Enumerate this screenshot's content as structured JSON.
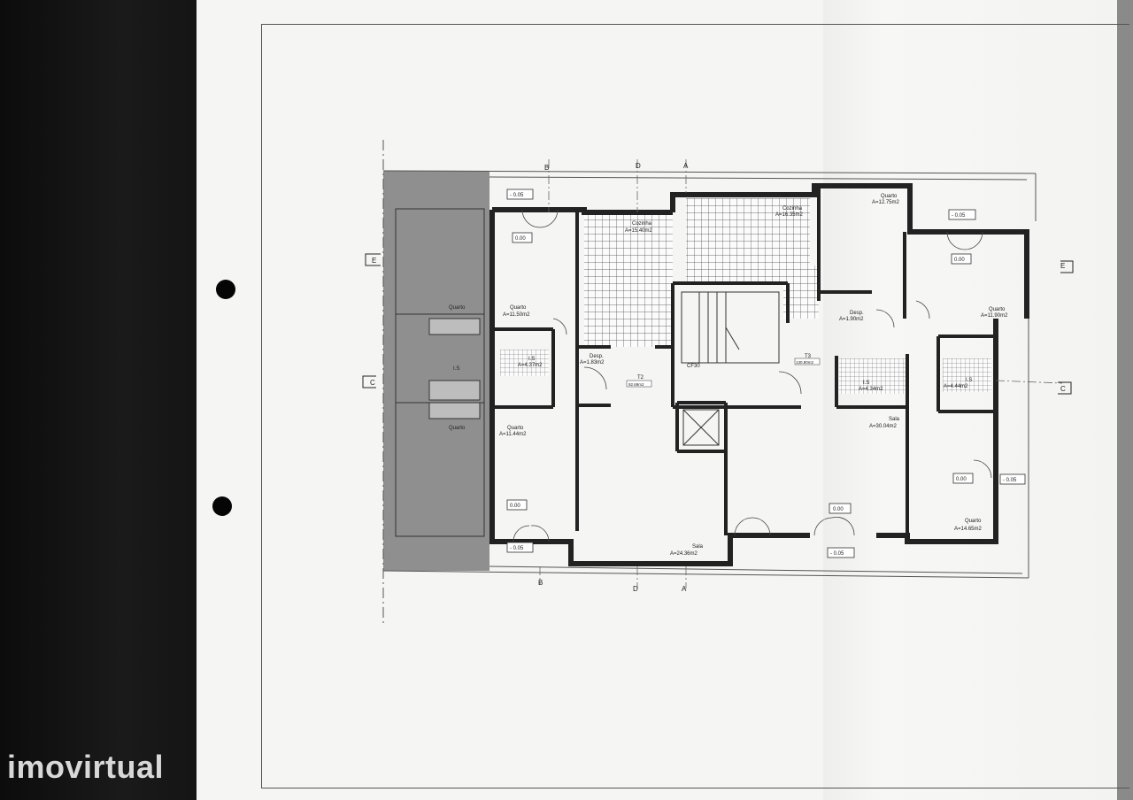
{
  "watermark": {
    "text": "imovirtual"
  },
  "section_markers": [
    {
      "id": "b-top",
      "label": "B"
    },
    {
      "id": "d-top",
      "label": "D"
    },
    {
      "id": "a-top",
      "label": "A"
    },
    {
      "id": "b-bottom",
      "label": "B"
    },
    {
      "id": "d-bottom",
      "label": "D"
    },
    {
      "id": "a-bottom",
      "label": "A"
    },
    {
      "id": "e-left",
      "label": "E"
    },
    {
      "id": "e-right",
      "label": "E"
    },
    {
      "id": "c-left",
      "label": "C"
    },
    {
      "id": "c-right",
      "label": "C"
    }
  ],
  "levels": [
    {
      "id": "lvl-1",
      "label": "- 0.05"
    },
    {
      "id": "lvl-2",
      "label": "0.00"
    },
    {
      "id": "lvl-3",
      "label": "- 0.05"
    },
    {
      "id": "lvl-4",
      "label": "0.00"
    },
    {
      "id": "lvl-5",
      "label": "0.00"
    },
    {
      "id": "lvl-6",
      "label": "- 0.05"
    },
    {
      "id": "lvl-7",
      "label": "0.00"
    },
    {
      "id": "lvl-8",
      "label": "- 0.05"
    },
    {
      "id": "lvl-9",
      "label": "0.00"
    },
    {
      "id": "lvl-10",
      "label": "- 0.05"
    }
  ],
  "rooms": [
    {
      "id": "quarto-l1",
      "name": "Quarto",
      "area": ""
    },
    {
      "id": "is-l",
      "name": "I.S",
      "area": ""
    },
    {
      "id": "quarto-l2",
      "name": "Quarto",
      "area": ""
    },
    {
      "id": "quarto-a",
      "name": "Quarto",
      "area": "A=11.50m2"
    },
    {
      "id": "is-a",
      "name": "I.S",
      "area": "A=4.37m2"
    },
    {
      "id": "quarto-b",
      "name": "Quarto",
      "area": "A=11.44m2"
    },
    {
      "id": "cozinha-t2",
      "name": "Cozinha",
      "area": "A=15.40m2"
    },
    {
      "id": "desp-t2",
      "name": "Desp.",
      "area": "A=1.83m2"
    },
    {
      "id": "sala-t2",
      "name": "Sala",
      "area": "A=24.36m2"
    },
    {
      "id": "cozinha-t3",
      "name": "Cozinha",
      "area": "A=16.35m2"
    },
    {
      "id": "quarto-c",
      "name": "Quarto",
      "area": "A=12.75m2"
    },
    {
      "id": "desp-t3",
      "name": "Desp.",
      "area": "A=1.90m2"
    },
    {
      "id": "quarto-d",
      "name": "Quarto",
      "area": "A=11.90m2"
    },
    {
      "id": "is-b",
      "name": "I.S",
      "area": "A=4.34m2"
    },
    {
      "id": "is-c",
      "name": "I.S",
      "area": "A=4.44m2"
    },
    {
      "id": "sala-t3",
      "name": "Sala",
      "area": "A=30.04m2"
    },
    {
      "id": "quarto-e",
      "name": "Quarto",
      "area": "A=14.65m2"
    }
  ],
  "units": [
    {
      "id": "unit-t2",
      "name": "T2",
      "area": "92.69m2"
    },
    {
      "id": "unit-t3",
      "name": "T3",
      "area": "130.80m2"
    }
  ],
  "stair": {
    "label": "CF30"
  }
}
